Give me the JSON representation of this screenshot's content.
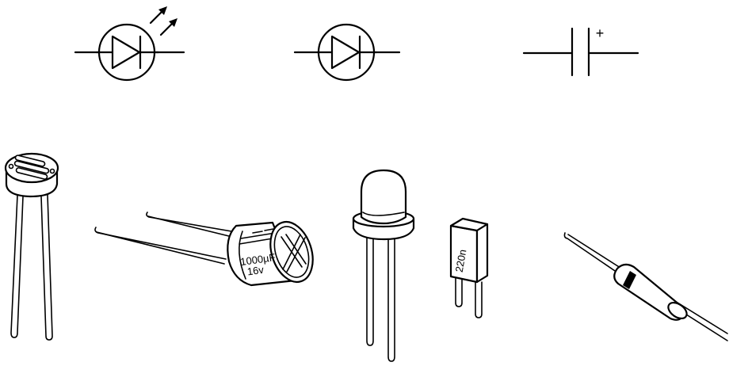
{
  "symbols": {
    "capacitor_polarity": "+"
  },
  "components": {
    "electrolytic_capacitor": {
      "capacitance": "1000µF",
      "voltage": "16v"
    },
    "ceramic_capacitor": {
      "value": "220n"
    }
  },
  "colors": {
    "line": "#000000",
    "background": "#ffffff"
  }
}
